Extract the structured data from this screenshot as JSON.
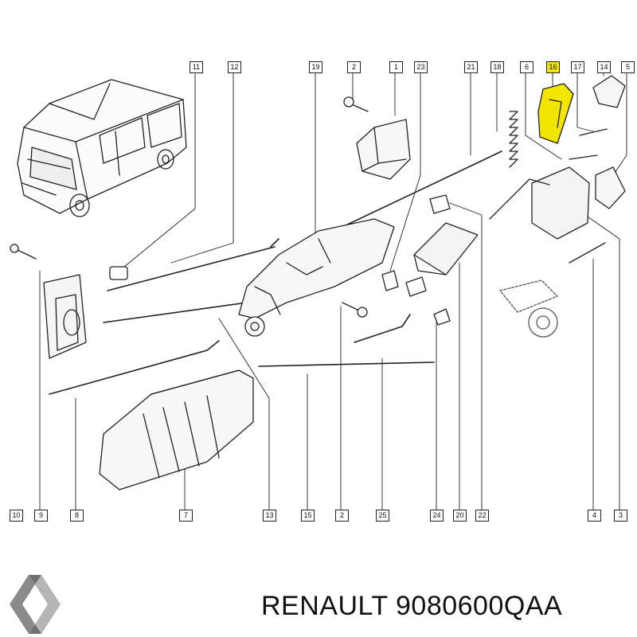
{
  "callouts": {
    "c11": "11",
    "c12": "12",
    "c19": "19",
    "c2": "2",
    "c1": "1",
    "c23": "23",
    "c21": "21",
    "c18": "18",
    "c6": "6",
    "c16": "16",
    "c17": "17",
    "c14": "14",
    "c5": "5",
    "b10": "10",
    "b9": "9",
    "b8": "8",
    "b7": "7",
    "b13": "13",
    "b15": "15",
    "b2": "2",
    "b25": "25",
    "b24": "24",
    "b20": "20",
    "b22": "22",
    "b4": "4",
    "b3": "3"
  },
  "highlight_color": "#f2e600",
  "logo_icon": "renault-diamond-logo-icon",
  "caption": "RENAULT 9080600QAA"
}
